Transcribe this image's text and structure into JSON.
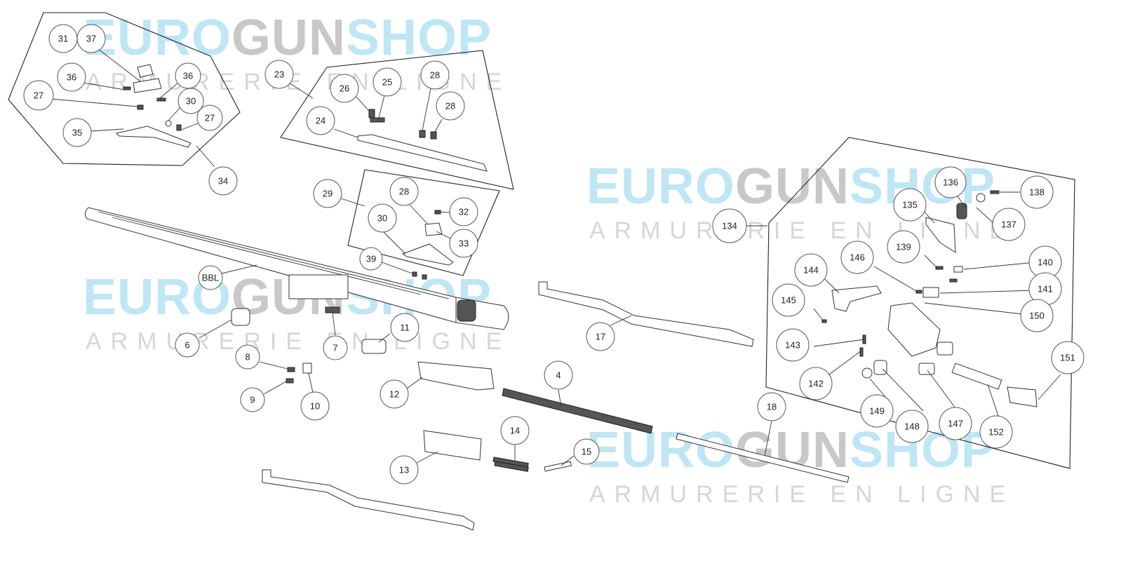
{
  "watermark": {
    "brand_a": "EURO",
    "brand_b": "GUN",
    "brand_c": "SHOP",
    "tagline": "ARMURERIE EN LIGNE",
    "color_a": "#bfe6f5",
    "color_b": "#c8c8c8",
    "color_c": "#bfe6f5"
  },
  "callouts": [
    {
      "id": "31"
    },
    {
      "id": "37"
    },
    {
      "id": "36"
    },
    {
      "id": "36"
    },
    {
      "id": "27"
    },
    {
      "id": "30"
    },
    {
      "id": "27"
    },
    {
      "id": "35"
    },
    {
      "id": "34"
    },
    {
      "id": "23"
    },
    {
      "id": "26"
    },
    {
      "id": "25"
    },
    {
      "id": "28"
    },
    {
      "id": "28"
    },
    {
      "id": "24"
    },
    {
      "id": "29"
    },
    {
      "id": "28"
    },
    {
      "id": "32"
    },
    {
      "id": "30"
    },
    {
      "id": "33"
    },
    {
      "id": "39"
    },
    {
      "id": "BBL"
    },
    {
      "id": "6"
    },
    {
      "id": "7"
    },
    {
      "id": "11"
    },
    {
      "id": "8"
    },
    {
      "id": "9"
    },
    {
      "id": "10"
    },
    {
      "id": "12"
    },
    {
      "id": "4"
    },
    {
      "id": "17"
    },
    {
      "id": "13"
    },
    {
      "id": "14"
    },
    {
      "id": "15"
    },
    {
      "id": "18"
    },
    {
      "id": "134"
    },
    {
      "id": "136"
    },
    {
      "id": "138"
    },
    {
      "id": "135"
    },
    {
      "id": "137"
    },
    {
      "id": "139"
    },
    {
      "id": "146"
    },
    {
      "id": "144"
    },
    {
      "id": "140"
    },
    {
      "id": "141"
    },
    {
      "id": "145"
    },
    {
      "id": "150"
    },
    {
      "id": "143"
    },
    {
      "id": "151"
    },
    {
      "id": "142"
    },
    {
      "id": "149"
    },
    {
      "id": "148"
    },
    {
      "id": "147"
    },
    {
      "id": "152"
    }
  ]
}
